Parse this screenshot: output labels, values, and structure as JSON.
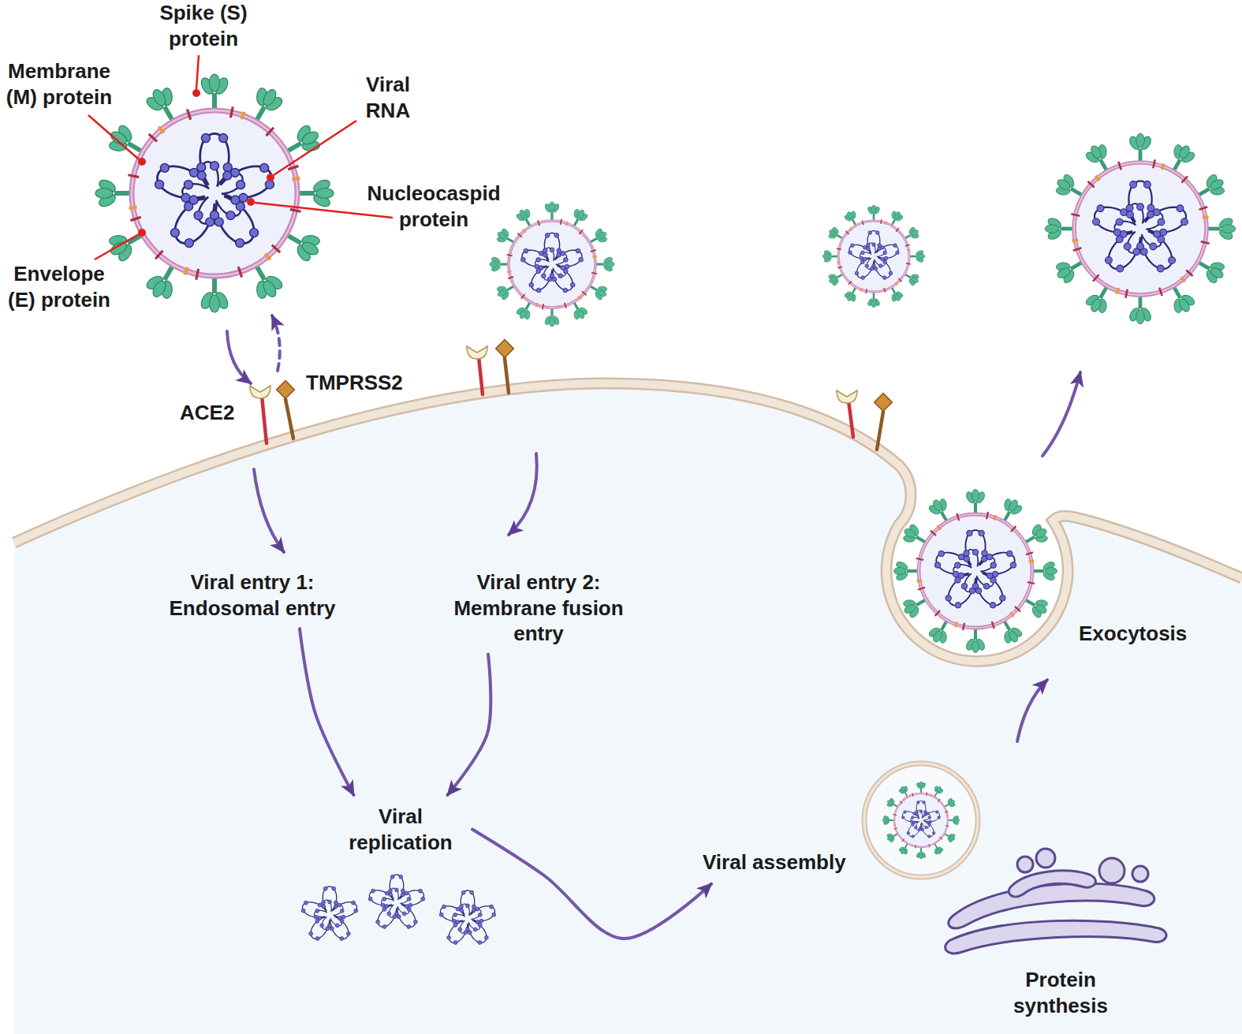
{
  "diagram": {
    "nodes": [
      {
        "text": [
          "Viral entry 1: Endosomal entry"
        ]
      },
      {
        "text": [
          "Viral entry 2: Membrane fusion entry"
        ]
      },
      {
        "text": [
          "Viral replication"
        ]
      },
      {
        "text": [
          "Viral assembly"
        ]
      }
    ],
    "edges": [
      {
        "from": 0,
        "to": 2,
        "arrow": "to"
      },
      {
        "from": 1,
        "to": 2,
        "arrow": "to"
      },
      {
        "from": 2,
        "to": 3,
        "arrow": "to"
      }
    ],
    "labels": [
      "Spike (S) protein",
      "Membrane (M) protein",
      "Viral RNA",
      "Nucleocaspid protein",
      "Envelope (E) protein",
      "ACE2",
      "TMPRSS2",
      "Exocytosis",
      "Protein synthesis"
    ]
  }
}
